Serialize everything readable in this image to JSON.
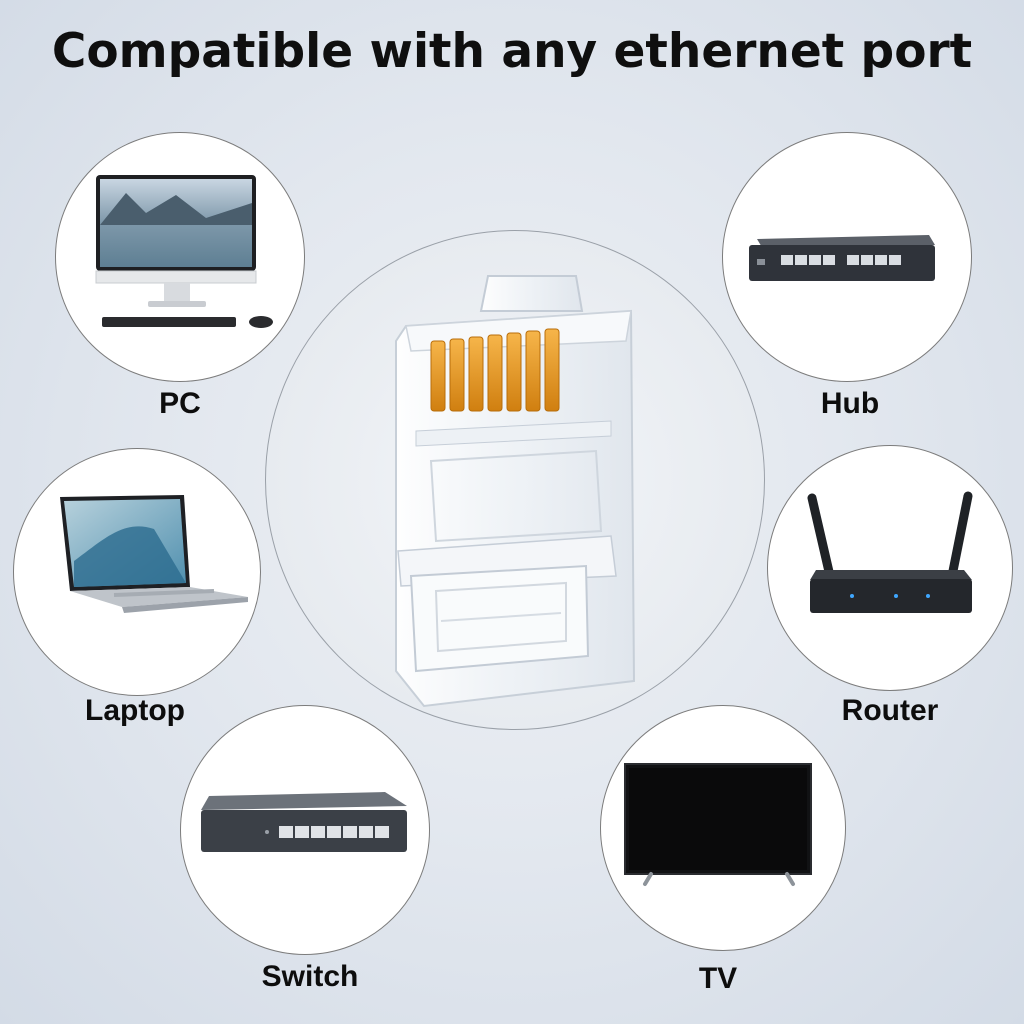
{
  "title": "Compatible with any ethernet port",
  "devices": [
    {
      "label": "PC",
      "icon": "pc-icon"
    },
    {
      "label": "Hub",
      "icon": "hub-icon"
    },
    {
      "label": "Laptop",
      "icon": "laptop-icon"
    },
    {
      "label": "Router",
      "icon": "router-icon"
    },
    {
      "label": "Switch",
      "icon": "switch-icon"
    },
    {
      "label": "TV",
      "icon": "tv-icon"
    }
  ],
  "center": {
    "icon": "rj45-connector-icon"
  },
  "colors": {
    "contacts": "#e8961e",
    "device": "#3b3f46",
    "text": "#0d0d0d"
  }
}
